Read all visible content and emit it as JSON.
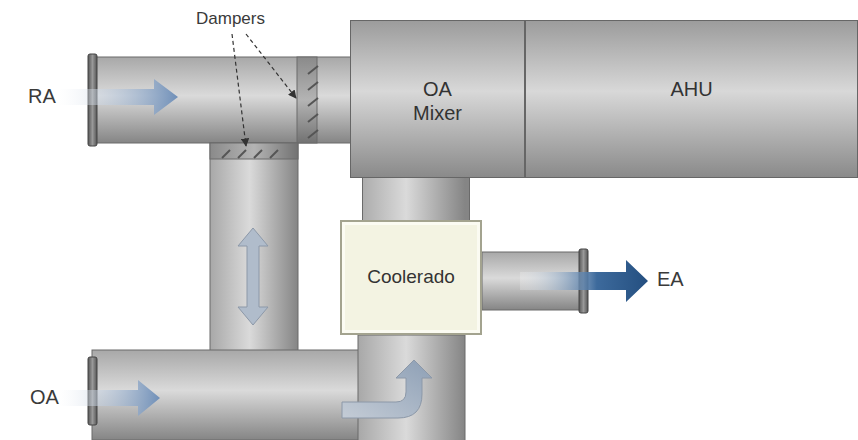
{
  "diagram": {
    "nodes": [
      {
        "text": [
          "OA Mixer"
        ]
      },
      {
        "text": [
          "AHU"
        ]
      },
      {
        "text": [
          "Coolerado"
        ]
      }
    ],
    "edges": [
      {
        "from": 2,
        "to": 0,
        "arrow": "none"
      }
    ],
    "labels": [
      "Dampers",
      "RA",
      "OA",
      "EA"
    ]
  }
}
